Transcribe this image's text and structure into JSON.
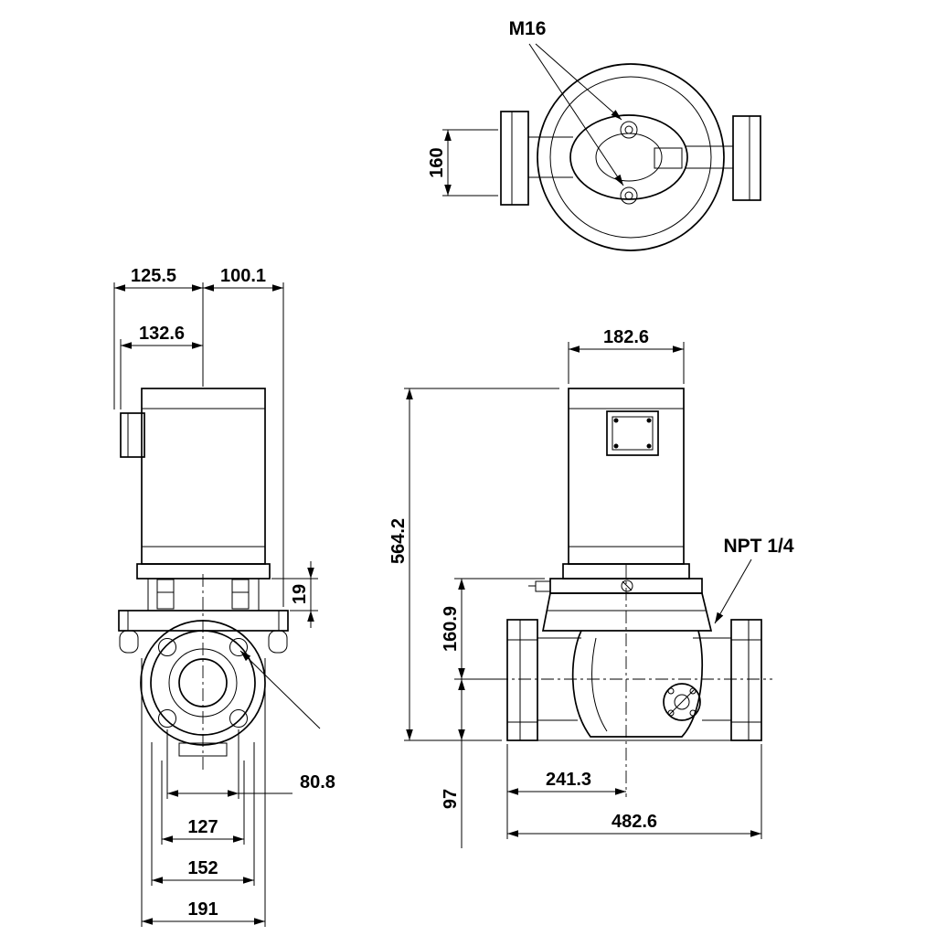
{
  "meta": {
    "units": "mm",
    "background_color": "#ffffff",
    "line_color": "#000000"
  },
  "top_view": {
    "labels": {
      "thread_size": "M16"
    },
    "dims": {
      "bolt_offset": "160"
    }
  },
  "front_view": {
    "dims": {
      "center_to_left": "125.5",
      "center_to_right": "100.1",
      "motor_box_width": "132.6",
      "coupling_height": "19",
      "bolt_hole_spacing": "80.8",
      "bolt_circle_diameter": "127",
      "flange_diameter": "152",
      "overall_width": "191"
    }
  },
  "side_view": {
    "labels": {
      "gauge_port": "NPT 1/4"
    },
    "dims": {
      "motor_diameter": "182.6",
      "overall_height": "564.2",
      "center_to_motor_flange": "160.9",
      "center_to_bottom": "97",
      "flange_to_center": "241.3",
      "port_to_port": "482.6"
    }
  }
}
